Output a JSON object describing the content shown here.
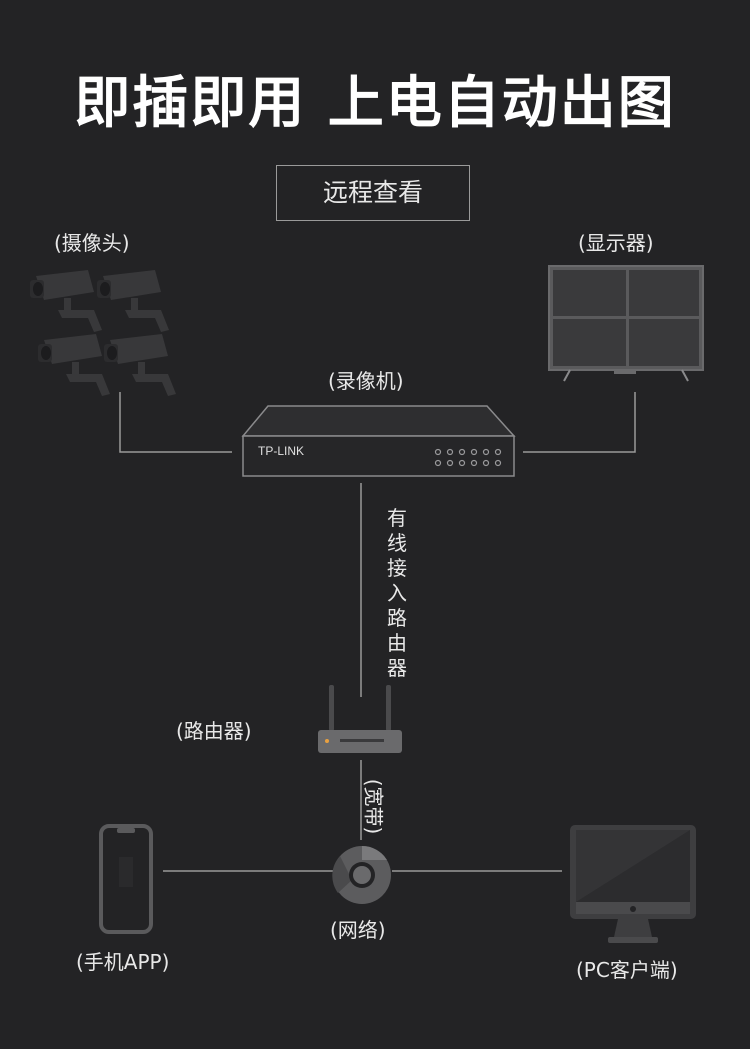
{
  "headline": "即插即用 上电自动出图",
  "remote_view": "远程查看",
  "labels": {
    "camera": "(摄像头)",
    "display": "(显示器)",
    "nvr": "(录像机)",
    "nvr_brand": "TP-LINK",
    "wired_router": "有线接入路由器",
    "router": "(路由器)",
    "broadband": "(宽带)",
    "network": "(网络)",
    "phone_app": "(手机APP)",
    "pc_client": "(PC客户端)"
  },
  "icons": [
    "camera-icon",
    "monitor-icon",
    "nvr-device-icon",
    "router-icon",
    "network-globe-icon",
    "smartphone-icon",
    "pc-monitor-icon"
  ],
  "colors": {
    "background": "#232325",
    "text": "#e8e8e8",
    "device_gray": "#3a3a3c",
    "line": "#9a9a9a"
  }
}
